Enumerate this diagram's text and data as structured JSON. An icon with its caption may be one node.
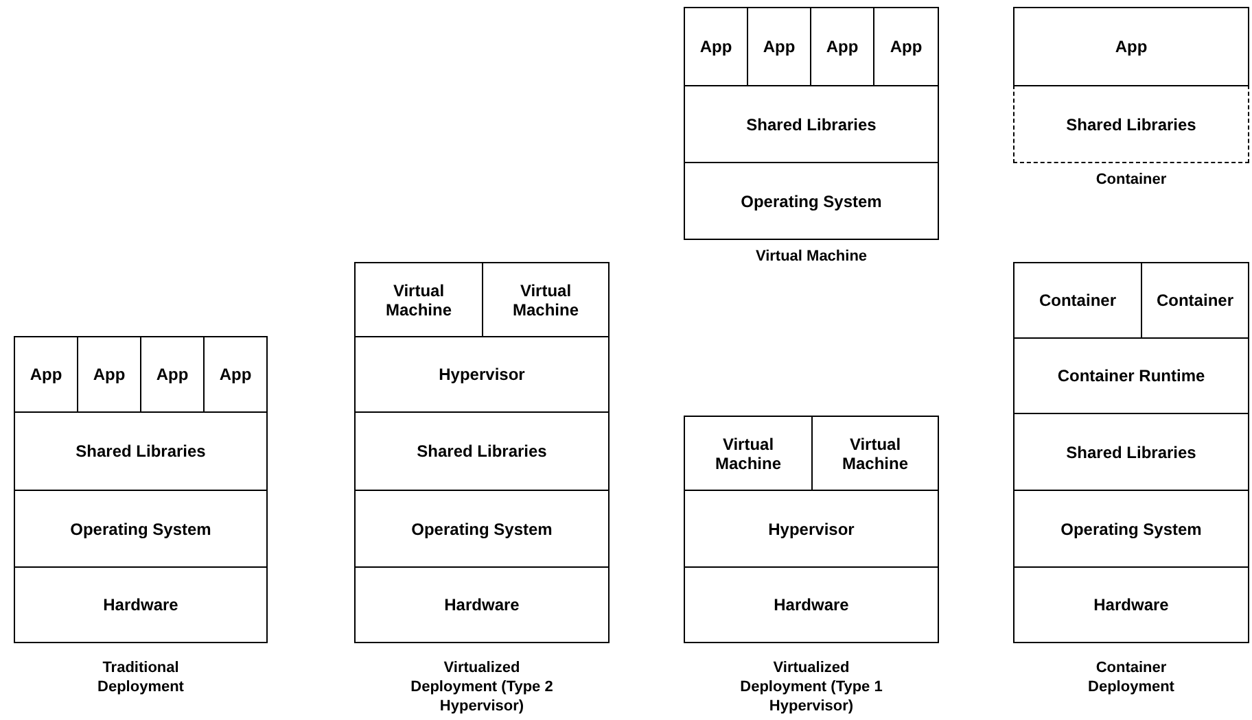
{
  "diagram": {
    "nodes": [
      {
        "text": [
          "App"
        ]
      },
      {
        "text": [
          "App"
        ]
      },
      {
        "text": [
          "App"
        ]
      },
      {
        "text": [
          "App"
        ]
      },
      {
        "text": [
          "Shared Libraries"
        ]
      },
      {
        "text": [
          "Operating System"
        ]
      },
      {
        "text": [
          "Hardware"
        ]
      },
      {
        "text": [
          "Virtual Machine"
        ]
      },
      {
        "text": [
          "Virtual Machine"
        ]
      },
      {
        "text": [
          "Hypervisor"
        ]
      },
      {
        "text": [
          "Shared Libraries"
        ]
      },
      {
        "text": [
          "Operating System"
        ]
      },
      {
        "text": [
          "Hardware"
        ]
      },
      {
        "text": [
          "App"
        ]
      },
      {
        "text": [
          "App"
        ]
      },
      {
        "text": [
          "App"
        ]
      },
      {
        "text": [
          "App"
        ]
      },
      {
        "text": [
          "Shared Libraries"
        ]
      },
      {
        "text": [
          "Operating System"
        ]
      },
      {
        "text": [
          "Virtual Machine"
        ]
      },
      {
        "text": [
          "Virtual Machine"
        ]
      },
      {
        "text": [
          "Hypervisor"
        ]
      },
      {
        "text": [
          "Hardware"
        ]
      },
      {
        "text": [
          "App"
        ]
      },
      {
        "text": [
          "Shared Libraries"
        ]
      },
      {
        "text": [
          "Container"
        ]
      },
      {
        "text": [
          "Container"
        ]
      },
      {
        "text": [
          "Container Runtime"
        ]
      },
      {
        "text": [
          "Shared Libraries"
        ]
      },
      {
        "text": [
          "Operating System"
        ]
      },
      {
        "text": [
          "Hardware"
        ]
      }
    ],
    "labels": [
      "Traditional Deployment",
      "Virtualized Deployment (Type 2 Hypervisor)",
      "Virtual Machine",
      "Virtualized Deployment (Type 1 Hypervisor)",
      "Container",
      "Container Deployment"
    ]
  }
}
